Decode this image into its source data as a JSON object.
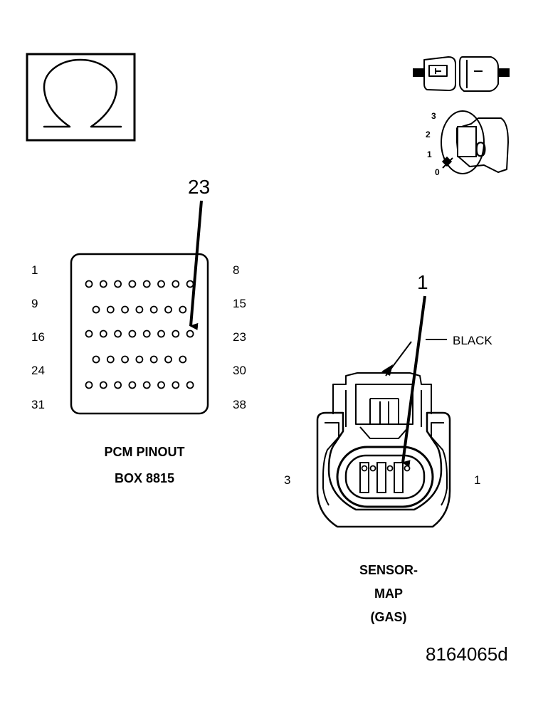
{
  "ohmmeter": {
    "symbol": "Ω"
  },
  "key_switch": {
    "positions": [
      "3",
      "2",
      "1",
      "0"
    ],
    "key_label": "0"
  },
  "pcm": {
    "pointer_pin": "23",
    "row_labels_left": [
      "1",
      "9",
      "16",
      "24",
      "31"
    ],
    "row_labels_right": [
      "8",
      "15",
      "23",
      "30",
      "38"
    ],
    "title_line1": "PCM PINOUT",
    "title_line2": "BOX 8815"
  },
  "sensor": {
    "pointer_pin": "1",
    "wire_color": "BLACK",
    "side_left": "3",
    "side_right": "1",
    "title_line1": "SENSOR-",
    "title_line2": "MAP",
    "title_line3": "(GAS)"
  },
  "figure_id": "8164065d"
}
